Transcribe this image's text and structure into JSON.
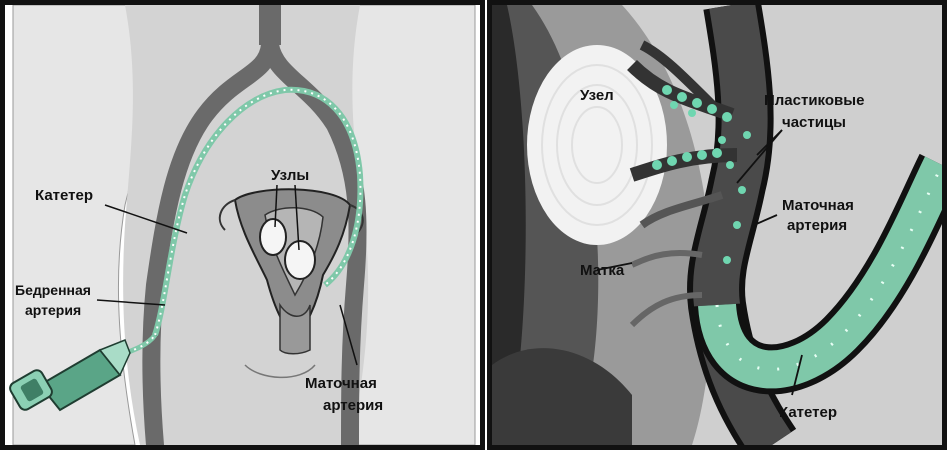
{
  "left_panel": {
    "labels": {
      "nodes": "Узлы",
      "catheter": "Катетер",
      "femoral_artery_line1": "Бедренная",
      "femoral_artery_line2": "артерия",
      "uterine_artery_line1": "Маточная",
      "uterine_artery_line2": "артерия"
    }
  },
  "right_panel": {
    "labels": {
      "node": "Узел",
      "plastic_particles_line1": "Пластиковые",
      "plastic_particles_line2": "частицы",
      "uterine_artery_line1": "Маточная",
      "uterine_artery_line2": "артерия",
      "uterus": "Матка",
      "catheter": "Катетер"
    }
  },
  "colors": {
    "body_gray": "#cfcfcf",
    "vessel_dark": "#555555",
    "catheter_green": "#7fc8a9",
    "particle_green": "#6fd6b0",
    "outline": "#111111"
  }
}
